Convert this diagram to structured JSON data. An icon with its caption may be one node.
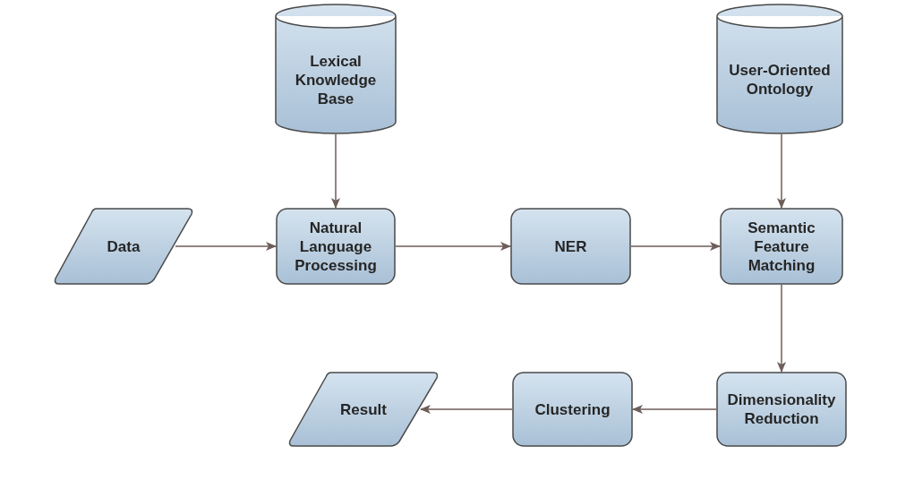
{
  "diagram": {
    "nodes": [
      {
        "text": [
          "Lexical Knowledge Base"
        ]
      },
      {
        "text": [
          "User-Oriented Ontology"
        ]
      },
      {
        "text": [
          "Data"
        ]
      },
      {
        "text": [
          "Natural Language Processing"
        ]
      },
      {
        "text": [
          "NER"
        ]
      },
      {
        "text": [
          "Semantic Feature Matching"
        ]
      },
      {
        "text": [
          "Dimensionality Reduction"
        ]
      },
      {
        "text": [
          "Clustering"
        ]
      },
      {
        "text": [
          "Result"
        ]
      }
    ],
    "edges": [
      {
        "from": 0,
        "to": 3,
        "arrow": "to"
      },
      {
        "from": 2,
        "to": 3,
        "arrow": "to"
      },
      {
        "from": 3,
        "to": 4,
        "arrow": "to"
      },
      {
        "from": 4,
        "to": 5,
        "arrow": "to"
      },
      {
        "from": 1,
        "to": 5,
        "arrow": "to"
      },
      {
        "from": 5,
        "to": 6,
        "arrow": "to"
      },
      {
        "from": 6,
        "to": 7,
        "arrow": "to"
      },
      {
        "from": 7,
        "to": 8,
        "arrow": "to"
      }
    ]
  }
}
